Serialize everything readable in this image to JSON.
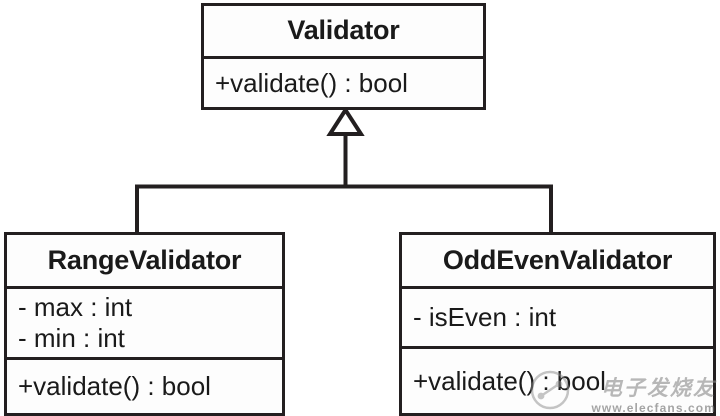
{
  "diagram": {
    "type": "uml-class-diagram",
    "relationship": "generalization",
    "classes": [
      {
        "id": "validator",
        "role": "base-class",
        "name": "Validator",
        "attributes": [],
        "operations": [
          "+validate() : bool"
        ]
      },
      {
        "id": "rangevalidator",
        "role": "derived-class",
        "name": "RangeValidator",
        "attributes": [
          "- max : int",
          "- min : int"
        ],
        "operations": [
          "+validate() : bool"
        ]
      },
      {
        "id": "oddevenvalidator",
        "role": "derived-class",
        "name": "OddEvenValidator",
        "attributes": [
          "- isEven : int"
        ],
        "operations": [
          "+validate() : bool"
        ]
      }
    ]
  },
  "watermark": {
    "brand": "电子发烧友",
    "url": "www.elecfans.com",
    "logo_icon": "elecfans-logo-icon"
  },
  "colors": {
    "stroke": "#231f20",
    "background": "#ffffff",
    "box_fill": "#fdfdfd",
    "watermark": "#8d8d8d"
  }
}
